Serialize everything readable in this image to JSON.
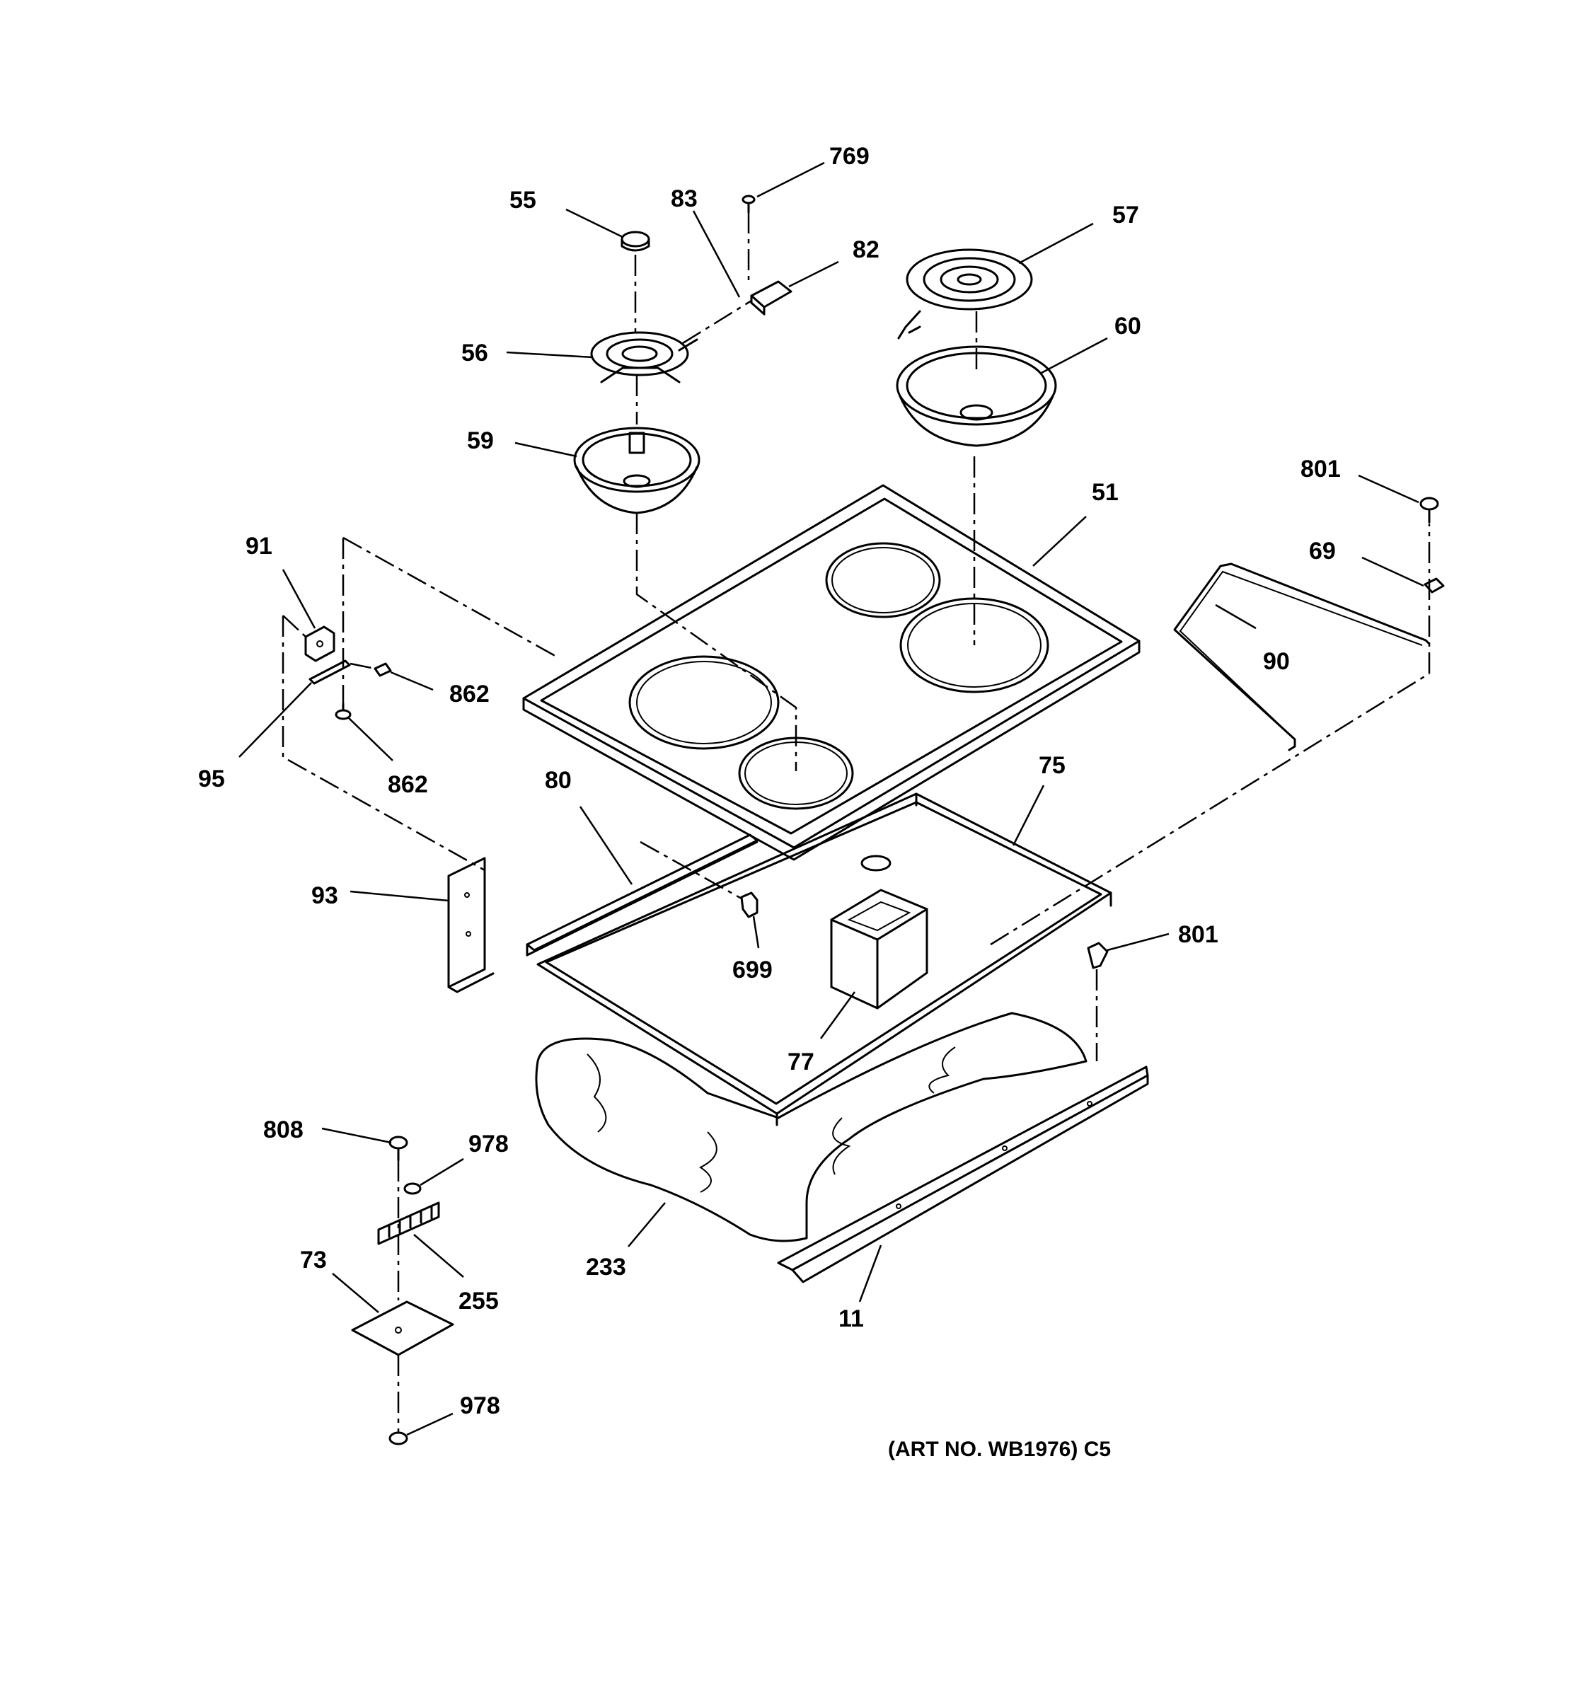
{
  "diagram": {
    "callouts": [
      {
        "id": "c769",
        "text": "769"
      },
      {
        "id": "c55",
        "text": "55"
      },
      {
        "id": "c83",
        "text": "83"
      },
      {
        "id": "c82",
        "text": "82"
      },
      {
        "id": "c57",
        "text": "57"
      },
      {
        "id": "c60",
        "text": "60"
      },
      {
        "id": "c56",
        "text": "56"
      },
      {
        "id": "c59",
        "text": "59"
      },
      {
        "id": "c801a",
        "text": "801"
      },
      {
        "id": "c51",
        "text": "51"
      },
      {
        "id": "c69",
        "text": "69"
      },
      {
        "id": "c91",
        "text": "91"
      },
      {
        "id": "c90",
        "text": "90"
      },
      {
        "id": "c862a",
        "text": "862"
      },
      {
        "id": "c95",
        "text": "95"
      },
      {
        "id": "c862b",
        "text": "862"
      },
      {
        "id": "c80",
        "text": "80"
      },
      {
        "id": "c75",
        "text": "75"
      },
      {
        "id": "c93",
        "text": "93"
      },
      {
        "id": "c699",
        "text": "699"
      },
      {
        "id": "c801b",
        "text": "801"
      },
      {
        "id": "c77",
        "text": "77"
      },
      {
        "id": "c808",
        "text": "808"
      },
      {
        "id": "c978a",
        "text": "978"
      },
      {
        "id": "c73",
        "text": "73"
      },
      {
        "id": "c255",
        "text": "255"
      },
      {
        "id": "c233",
        "text": "233"
      },
      {
        "id": "c11",
        "text": "11"
      },
      {
        "id": "c978b",
        "text": "978"
      }
    ],
    "art_number": "(ART NO. WB1976) C5"
  }
}
